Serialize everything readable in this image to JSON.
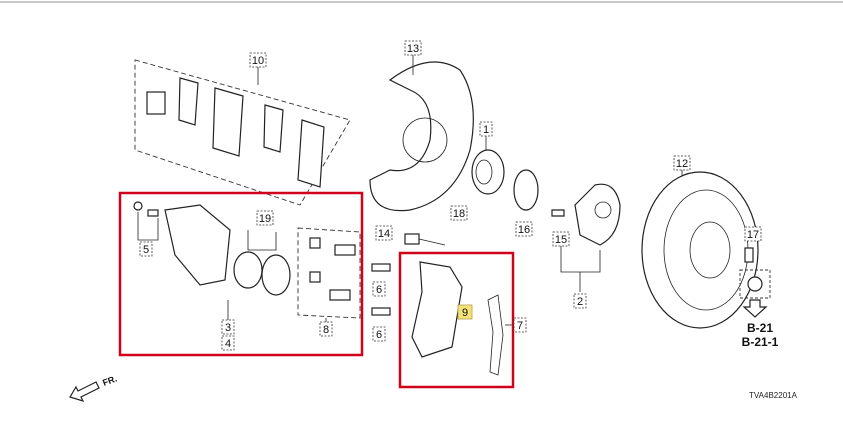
{
  "diagram": {
    "callouts": {
      "c1": "1",
      "c2": "2",
      "c3": "3",
      "c4": "4",
      "c5": "5",
      "c6a": "6",
      "c6b": "6",
      "c7": "7",
      "c8": "8",
      "c9": "9",
      "c10": "10",
      "c12": "12",
      "c13": "13",
      "c14": "14",
      "c15": "15",
      "c16": "16",
      "c17": "17",
      "c18": "18",
      "c19": "19"
    },
    "references": [
      "B-21",
      "B-21-1"
    ],
    "direction_label": "FR.",
    "diagram_code": "TVA4B2201A",
    "highlight_color": "#d0021b",
    "selected_callout_color": "#f3e27a"
  }
}
